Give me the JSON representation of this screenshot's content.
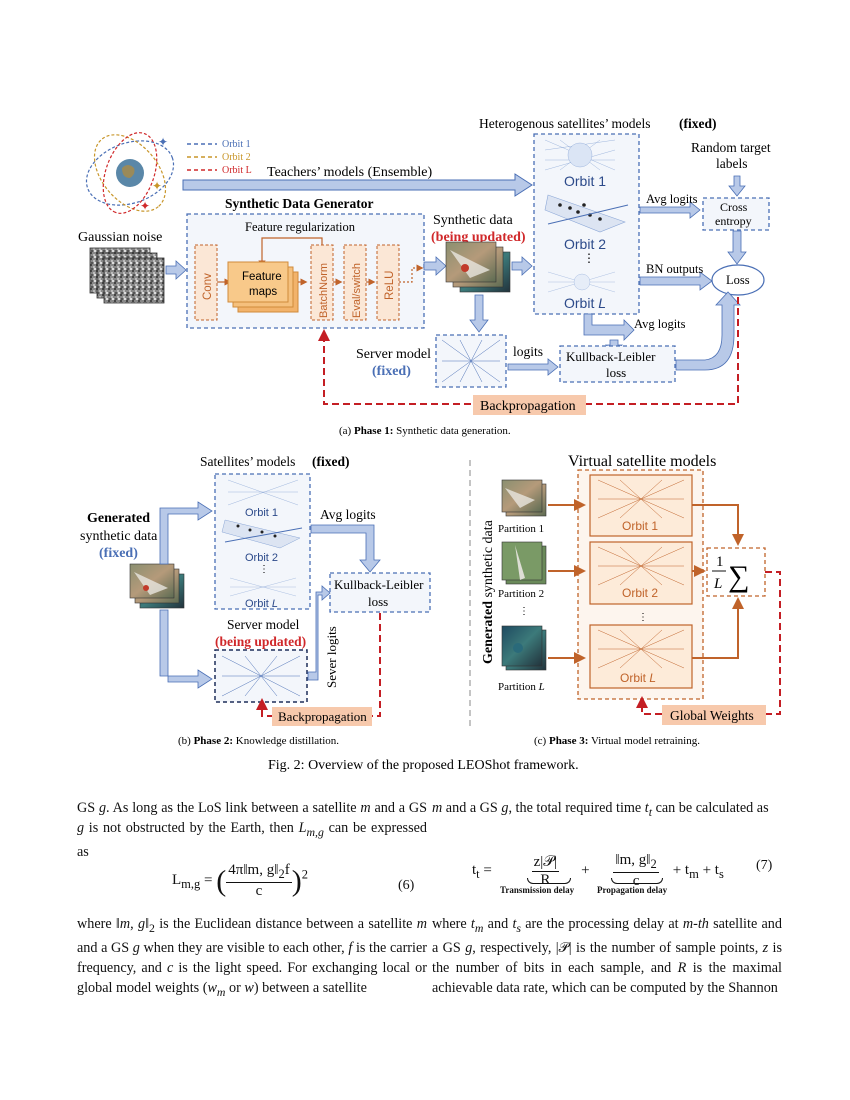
{
  "phase1": {
    "legend": [
      "Orbit 1",
      "Orbit 2",
      "Orbit L"
    ],
    "legend_colors": [
      "#4a6fb5",
      "#c8962a",
      "#d0282a"
    ],
    "teachers_label": "Teachers’ models (Ensemble)",
    "hetero_title": "Heterogenous satellites’ models",
    "hetero_fixed": "(fixed)",
    "orbit1": "Orbit 1",
    "orbit2": "Orbit 2",
    "orbitL_prefix": "Orbit ",
    "orbitL_var": "L",
    "gaussian_noise": "Gaussian noise",
    "generator_title": "Synthetic Data Generator",
    "feature_reg": "Feature regularization",
    "conv": "Conv",
    "feature_maps_1": "Feature",
    "feature_maps_2": "maps",
    "batchnorm": "BatchNorm",
    "evalswitch": "Eval/switch",
    "relu": "ReLU",
    "synthetic_data": "Synthetic data",
    "being_updated": "(being updated)",
    "random_target_1": "Random target",
    "random_target_2": "labels",
    "avg_logits": "Avg logits",
    "cross_entropy_1": "Cross",
    "cross_entropy_2": "entropy",
    "bn_outputs": "BN outputs",
    "loss": "Loss",
    "avg_logits_2": "Avg logits",
    "server_model": "Server model",
    "server_fixed": "(fixed)",
    "logits": "logits",
    "kl_1": "Kullback-Leibler",
    "kl_2": "loss",
    "backprop": "Backpropagation",
    "caption_pre": "(a) ",
    "caption_bold": "Phase 1:",
    "caption_post": " Synthetic data generation."
  },
  "phase2": {
    "title": "Satellites’ models",
    "title_fixed": "(fixed)",
    "generated": "Generated",
    "synthetic_data": "synthetic data",
    "fixed": "(fixed)",
    "orbit1": "Orbit 1",
    "orbit2": "Orbit 2",
    "orbitL_prefix": "Orbit ",
    "orbitL_var": "L",
    "avg_logits": "Avg logits",
    "kl_1": "Kullback-Leibler",
    "kl_2": "loss",
    "server_model": "Server model",
    "being_updated": "(being updated)",
    "sever_logits": "Sever logits",
    "backprop": "Backpropagation",
    "caption_pre": "(b) ",
    "caption_bold": "Phase 2:",
    "caption_post": " Knowledge distillation."
  },
  "phase3": {
    "title": "Virtual satellite models",
    "generated": "Generated",
    "synthetic_data": " synthetic data",
    "partition1": "Partition 1",
    "partition2": "Partition 2",
    "partitionL_prefix": "Partition ",
    "partitionL_var": "L",
    "orbit1": "Orbit 1",
    "orbit2": "Orbit 2",
    "orbitL_prefix": "Orbit ",
    "orbitL_var": "L",
    "global_weights": "Global Weights",
    "caption_pre": "(c) ",
    "caption_bold": "Phase 3:",
    "caption_post": " Virtual model retraining."
  },
  "figure_caption": "Fig. 2: Overview of the proposed LEOShot framework.",
  "eq6_label": "(6)",
  "eq7_label": "(7)",
  "eq7_transmission": "Transmission delay",
  "eq7_propagation": "Propagation delay"
}
